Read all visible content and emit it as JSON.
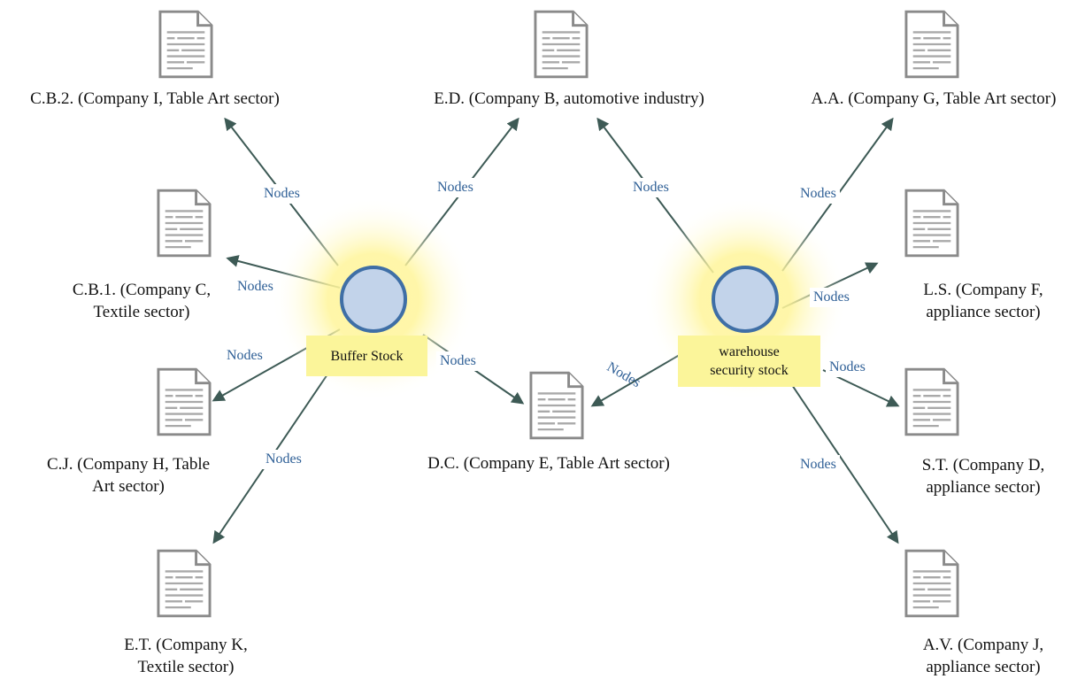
{
  "diagram": {
    "hubs": [
      {
        "id": "buffer",
        "label": "Buffer Stock"
      },
      {
        "id": "warehouse",
        "label": "warehouse\nsecurity stock"
      }
    ],
    "documents": [
      {
        "id": "cb2",
        "label": "C.B.2. (Company I, Table Art sector)"
      },
      {
        "id": "ed",
        "label": "E.D. (Company B, automotive industry)"
      },
      {
        "id": "aa",
        "label": "A.A. (Company G, Table Art sector)"
      },
      {
        "id": "cb1",
        "label": "C.B.1. (Company C,\nTextile sector)"
      },
      {
        "id": "ls",
        "label": "L.S. (Company F,\nappliance sector)"
      },
      {
        "id": "cj",
        "label": "C.J. (Company H, Table\nArt sector)"
      },
      {
        "id": "dc",
        "label": "D.C. (Company E, Table Art sector)"
      },
      {
        "id": "st",
        "label": "S.T. (Company D,\nappliance sector)"
      },
      {
        "id": "et",
        "label": "E.T. (Company K,\nTextile sector)"
      },
      {
        "id": "av",
        "label": "A.V. (Company J,\nappliance sector)"
      }
    ],
    "edges": [
      {
        "from": "buffer",
        "to": "cb2",
        "label": "Nodes"
      },
      {
        "from": "buffer",
        "to": "ed",
        "label": "Nodes"
      },
      {
        "from": "buffer",
        "to": "cb1",
        "label": "Nodes"
      },
      {
        "from": "buffer",
        "to": "cj",
        "label": "Nodes"
      },
      {
        "from": "buffer",
        "to": "et",
        "label": "Nodes"
      },
      {
        "from": "buffer",
        "to": "dc",
        "label": "Nodes"
      },
      {
        "from": "warehouse",
        "to": "ed",
        "label": "Nodes"
      },
      {
        "from": "warehouse",
        "to": "aa",
        "label": "Nodes"
      },
      {
        "from": "warehouse",
        "to": "ls",
        "label": "Nodes"
      },
      {
        "from": "warehouse",
        "to": "dc",
        "label": "Nodes"
      },
      {
        "from": "warehouse",
        "to": "st",
        "label": "Nodes"
      },
      {
        "from": "warehouse",
        "to": "av",
        "label": "Nodes"
      }
    ],
    "colors": {
      "hub_fill": "#c2d3ea",
      "hub_stroke": "#3f6fa6",
      "glow": "#fff7a8",
      "hub_label_bg": "#fbf59a",
      "arrow": "#3d5a55",
      "edge_label": "#2e5f96",
      "doc_stroke": "#8a8a8a"
    },
    "icon": "document-icon"
  }
}
